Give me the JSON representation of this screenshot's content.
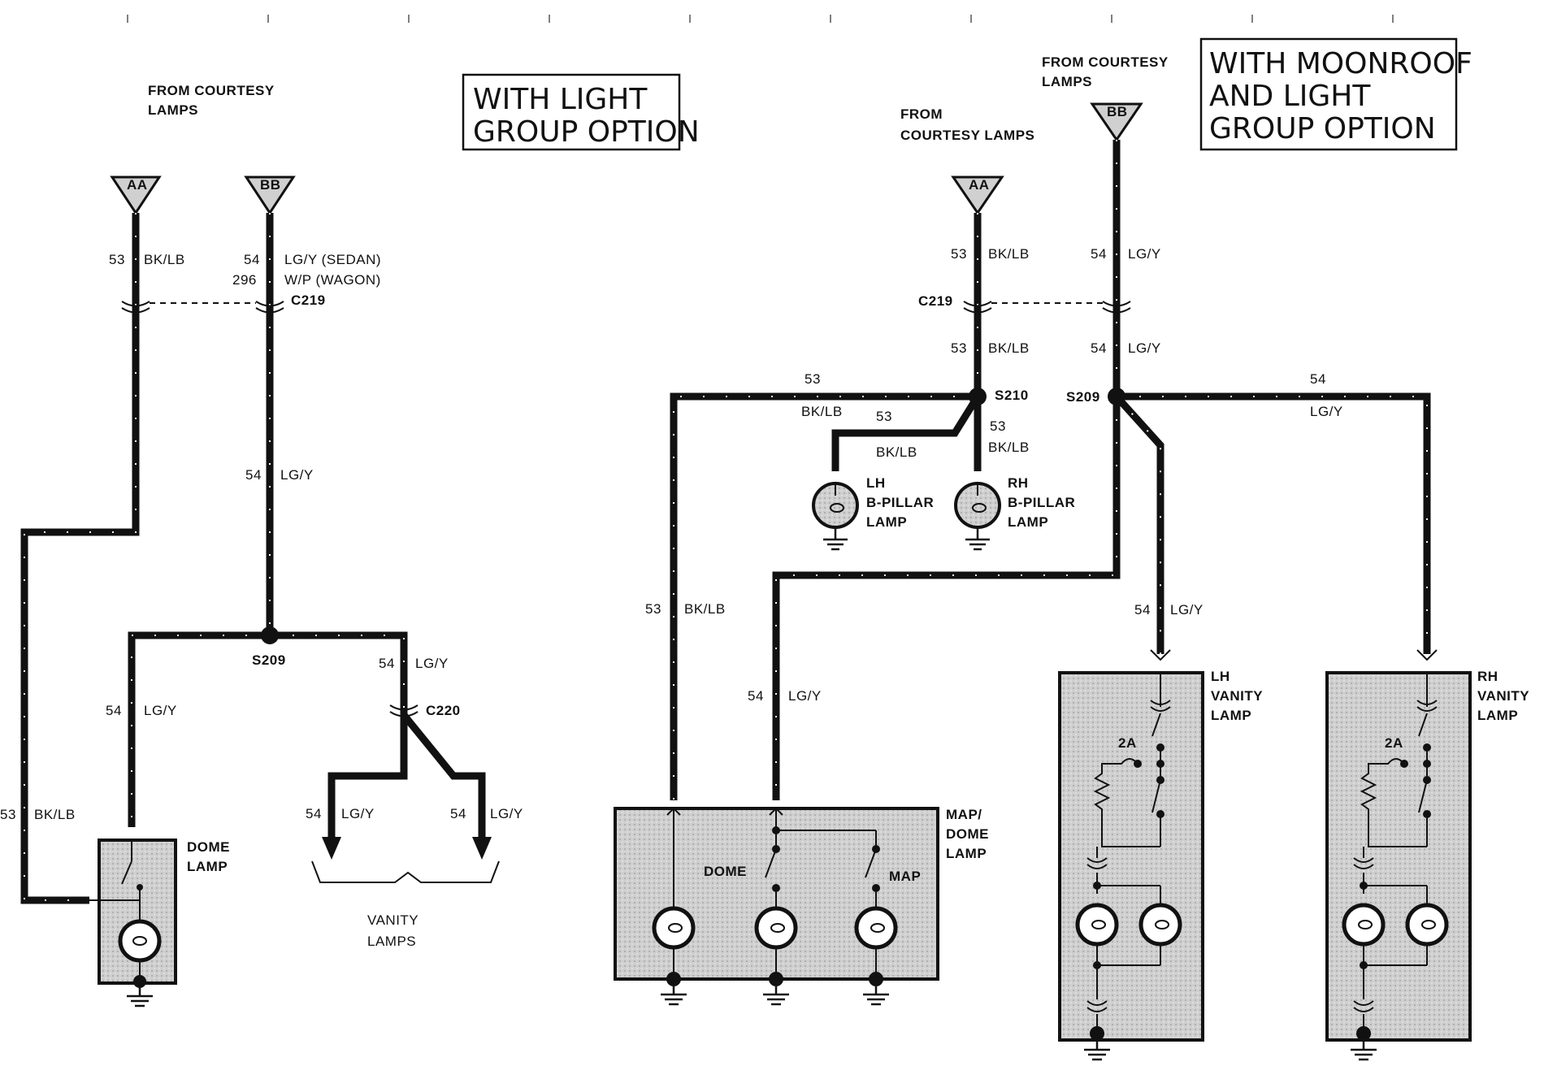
{
  "left": {
    "from_courtesy": [
      "FROM COURTESY",
      "LAMPS"
    ],
    "title": [
      "WITH LIGHT",
      "GROUP OPTION"
    ],
    "conn_aa": "AA",
    "conn_bb": "BB",
    "w53a_num": "53",
    "w53a_col": "BK/LB",
    "w54a_num": "54",
    "w54a_col": "LG/Y  (SEDAN)",
    "w296_num": "296",
    "w296_col": "W/P   (WAGON)",
    "c219": "C219",
    "w54b_num": "54",
    "w54b_col": "LG/Y",
    "s209": "S209",
    "w54c_num": "54",
    "w54c_col": "LG/Y",
    "w54d_num": "54",
    "w54d_col": "LG/Y",
    "c220": "C220",
    "w54e_num": "54",
    "w54e_col": "LG/Y",
    "w54f_num": "54",
    "w54f_col": "LG/Y",
    "w53b_num": "53",
    "w53b_col": "BK/LB",
    "dome_lamp": [
      "DOME",
      "LAMP"
    ],
    "vanity_lamps": [
      "VANITY",
      "LAMPS"
    ]
  },
  "right": {
    "from_courtesy_aa": [
      "FROM",
      "COURTESY LAMPS"
    ],
    "from_courtesy_bb": [
      "FROM COURTESY",
      "LAMPS"
    ],
    "title": [
      "WITH MOONROOF",
      "AND LIGHT",
      "GROUP OPTION"
    ],
    "conn_aa": "AA",
    "conn_bb": "BB",
    "w53a_num": "53",
    "w53a_col": "BK/LB",
    "w54a_num": "54",
    "w54a_col": "LG/Y",
    "c219": "C219",
    "w53b_num": "53",
    "w53b_col": "BK/LB",
    "w54b_num": "54",
    "w54b_col": "LG/Y",
    "s210": "S210",
    "s209": "S209",
    "w53top_num": "53",
    "w53top_col": "BK/LB",
    "w53lh_num": "53",
    "w53lh_col": "BK/LB",
    "w53rh_num": "53",
    "w53rh_col": "BK/LB",
    "w54top_num": "54",
    "w54top_col": "LG/Y",
    "w53map_num": "53",
    "w53map_col": "BK/LB",
    "w54map_num": "54",
    "w54map_col": "LG/Y",
    "w54lhv_num": "54",
    "w54lhv_col": "LG/Y",
    "lh_bpillar": [
      "LH",
      "B-PILLAR",
      "LAMP"
    ],
    "rh_bpillar": [
      "RH",
      "B-PILLAR",
      "LAMP"
    ],
    "map_dome_lamp": [
      "MAP/",
      "DOME",
      "LAMP"
    ],
    "dome": "DOME",
    "map": "MAP",
    "lh_vanity": [
      "LH",
      "VANITY",
      "LAMP"
    ],
    "rh_vanity": [
      "RH",
      "VANITY",
      "LAMP"
    ],
    "fuse_lh": "2A",
    "fuse_rh": "2A"
  }
}
